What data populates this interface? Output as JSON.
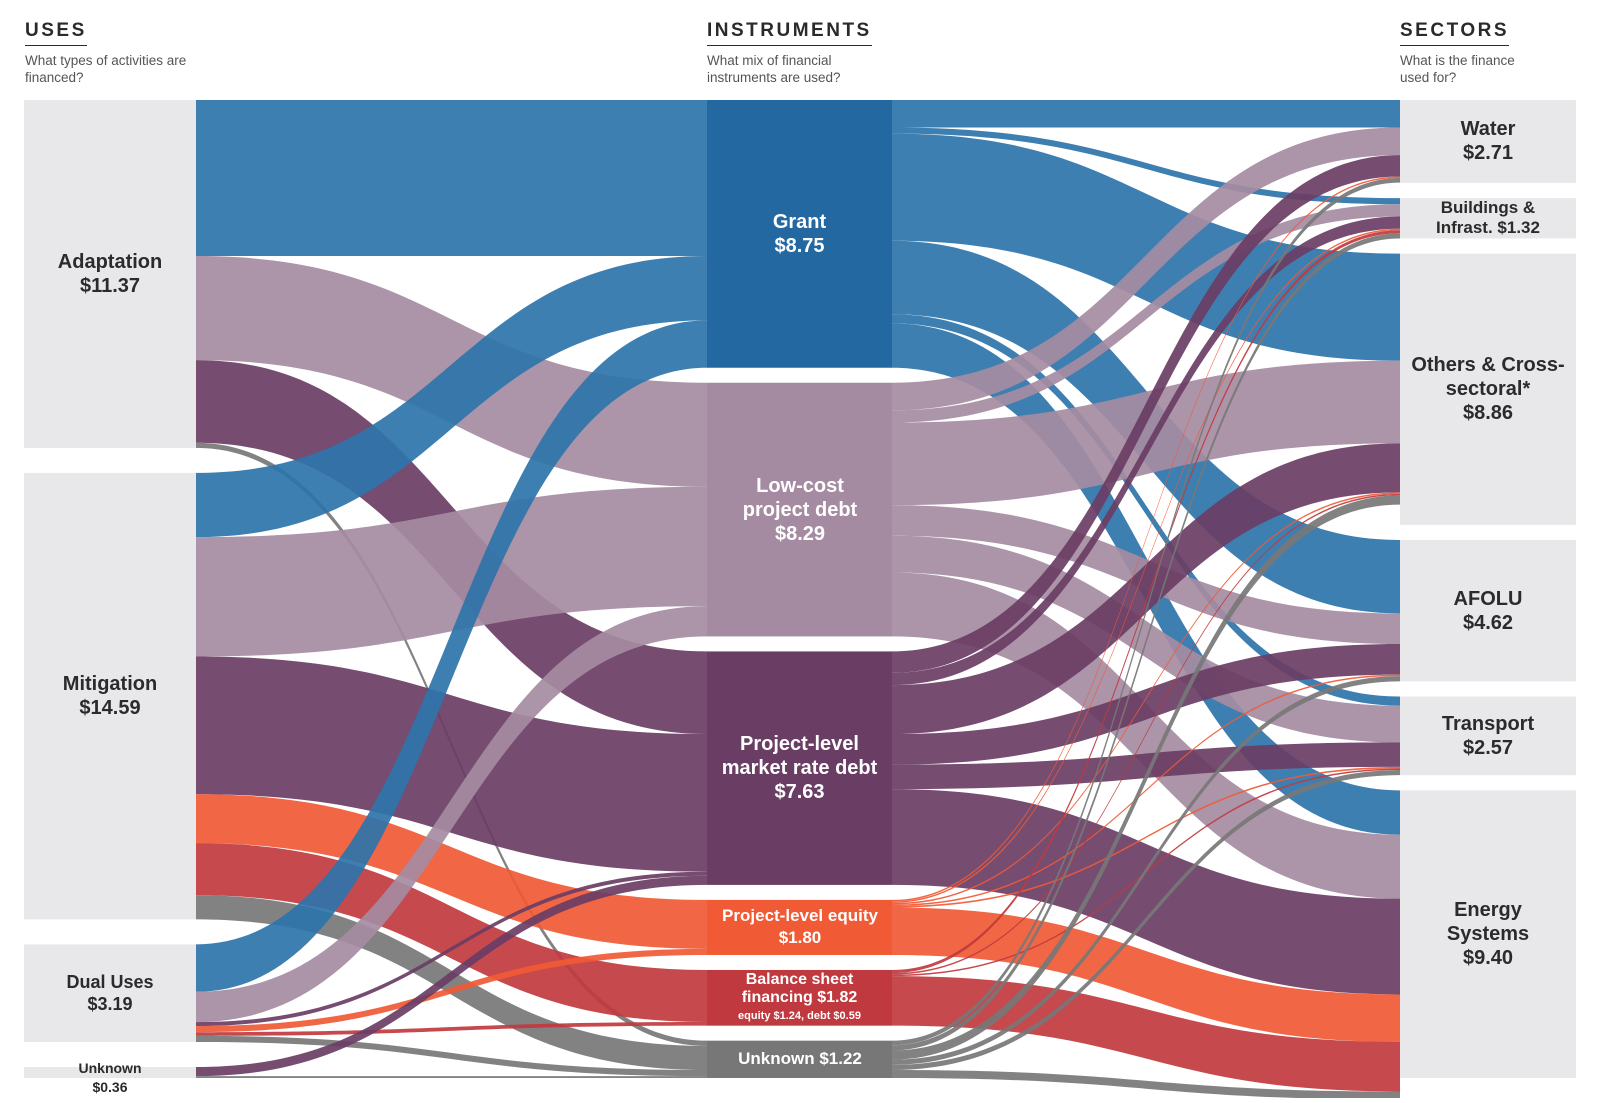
{
  "headers": {
    "uses": {
      "title": "USES",
      "subtitle": "What types of activities are financed?"
    },
    "instruments": {
      "title": "INSTRUMENTS",
      "subtitle": "What mix of financial instruments are used?"
    },
    "sectors": {
      "title": "SECTORS",
      "subtitle": "What is the finance used for?"
    }
  },
  "colors": {
    "grant": "#2e74aa",
    "low_cost_debt": "#a58ba2",
    "market_debt": "#6a3d64",
    "equity": "#f05a35",
    "balance_sheet": "#c0393e",
    "unknown": "#777777",
    "panel": "#e8e8ea"
  },
  "uses": [
    {
      "id": "adaptation",
      "name": "Adaptation",
      "value_label": "$11.37",
      "value": 11.37
    },
    {
      "id": "mitigation",
      "name": "Mitigation",
      "value_label": "$14.59",
      "value": 14.59
    },
    {
      "id": "dual",
      "name": "Dual Uses",
      "value_label": "$3.19",
      "value": 3.19
    },
    {
      "id": "unknown_use",
      "name": "Unknown",
      "value_label": "$0.36",
      "value": 0.36
    }
  ],
  "instruments": [
    {
      "id": "grant",
      "name": "Grant",
      "value_label": "$8.75",
      "value": 8.75
    },
    {
      "id": "low_cost_debt",
      "name": "Low-cost project debt",
      "value_label": "$8.29",
      "value": 8.29
    },
    {
      "id": "market_debt",
      "name": "Project-level market rate debt",
      "value_label": "$7.63",
      "value": 7.63
    },
    {
      "id": "equity",
      "name": "Project-level equity",
      "value_label": "$1.80",
      "value": 1.8
    },
    {
      "id": "balance_sheet",
      "name": "Balance sheet financing $1.82",
      "value_label": "equity $1.24, debt $0.59",
      "value": 1.82
    },
    {
      "id": "unknown_inst",
      "name": "Unknown $1.22",
      "value_label": "",
      "value": 1.22
    }
  ],
  "sectors": [
    {
      "id": "water",
      "name": "Water",
      "value_label": "$2.71",
      "value": 2.71
    },
    {
      "id": "buildings",
      "name": "Buildings & Infrast. $1.32",
      "value_label": "",
      "value": 1.32
    },
    {
      "id": "others",
      "name": "Others & Cross-sectoral*",
      "value_label": "$8.86",
      "value": 8.86
    },
    {
      "id": "afolu",
      "name": "AFOLU",
      "value_label": "$4.62",
      "value": 4.62
    },
    {
      "id": "transport",
      "name": "Transport",
      "value_label": "$2.57",
      "value": 2.57
    },
    {
      "id": "energy",
      "name": "Energy Systems",
      "value_label": "$9.40",
      "value": 9.4
    }
  ],
  "flows_left": [
    {
      "source": "adaptation",
      "target": "grant",
      "value": 5.1
    },
    {
      "source": "adaptation",
      "target": "low_cost_debt",
      "value": 3.4
    },
    {
      "source": "adaptation",
      "target": "market_debt",
      "value": 2.7
    },
    {
      "source": "adaptation",
      "target": "unknown_inst",
      "value": 0.17
    },
    {
      "source": "mitigation",
      "target": "grant",
      "value": 2.1
    },
    {
      "source": "mitigation",
      "target": "low_cost_debt",
      "value": 3.9
    },
    {
      "source": "mitigation",
      "target": "market_debt",
      "value": 4.5
    },
    {
      "source": "mitigation",
      "target": "equity",
      "value": 1.6
    },
    {
      "source": "mitigation",
      "target": "balance_sheet",
      "value": 1.7
    },
    {
      "source": "mitigation",
      "target": "unknown_inst",
      "value": 0.79
    },
    {
      "source": "dual",
      "target": "grant",
      "value": 1.55
    },
    {
      "source": "dual",
      "target": "low_cost_debt",
      "value": 0.99
    },
    {
      "source": "dual",
      "target": "market_debt",
      "value": 0.13
    },
    {
      "source": "dual",
      "target": "equity",
      "value": 0.2
    },
    {
      "source": "dual",
      "target": "balance_sheet",
      "value": 0.12
    },
    {
      "source": "dual",
      "target": "unknown_inst",
      "value": 0.2
    },
    {
      "source": "unknown_use",
      "target": "market_debt",
      "value": 0.3
    },
    {
      "source": "unknown_use",
      "target": "unknown_inst",
      "value": 0.06
    }
  ],
  "flows_right": [
    {
      "source": "grant",
      "target": "water",
      "value": 0.9
    },
    {
      "source": "grant",
      "target": "buildings",
      "value": 0.2
    },
    {
      "source": "grant",
      "target": "others",
      "value": 3.5
    },
    {
      "source": "grant",
      "target": "afolu",
      "value": 2.4
    },
    {
      "source": "grant",
      "target": "transport",
      "value": 0.3
    },
    {
      "source": "grant",
      "target": "energy",
      "value": 1.45
    },
    {
      "source": "low_cost_debt",
      "target": "water",
      "value": 0.9
    },
    {
      "source": "low_cost_debt",
      "target": "buildings",
      "value": 0.4
    },
    {
      "source": "low_cost_debt",
      "target": "others",
      "value": 2.7
    },
    {
      "source": "low_cost_debt",
      "target": "afolu",
      "value": 1.0
    },
    {
      "source": "low_cost_debt",
      "target": "transport",
      "value": 1.2
    },
    {
      "source": "low_cost_debt",
      "target": "energy",
      "value": 2.09
    },
    {
      "source": "market_debt",
      "target": "water",
      "value": 0.7
    },
    {
      "source": "market_debt",
      "target": "buildings",
      "value": 0.4
    },
    {
      "source": "market_debt",
      "target": "others",
      "value": 1.6
    },
    {
      "source": "market_debt",
      "target": "afolu",
      "value": 1.0
    },
    {
      "source": "market_debt",
      "target": "transport",
      "value": 0.8
    },
    {
      "source": "market_debt",
      "target": "energy",
      "value": 3.13
    },
    {
      "source": "equity",
      "target": "water",
      "value": 0.05
    },
    {
      "source": "equity",
      "target": "buildings",
      "value": 0.05
    },
    {
      "source": "equity",
      "target": "others",
      "value": 0.05
    },
    {
      "source": "equity",
      "target": "afolu",
      "value": 0.05
    },
    {
      "source": "equity",
      "target": "transport",
      "value": 0.05
    },
    {
      "source": "equity",
      "target": "energy",
      "value": 1.55
    },
    {
      "source": "balance_sheet",
      "target": "buildings",
      "value": 0.1
    },
    {
      "source": "balance_sheet",
      "target": "others",
      "value": 0.05
    },
    {
      "source": "balance_sheet",
      "target": "transport",
      "value": 0.05
    },
    {
      "source": "balance_sheet",
      "target": "energy",
      "value": 1.62
    },
    {
      "source": "unknown_inst",
      "target": "water",
      "value": 0.15
    },
    {
      "source": "unknown_inst",
      "target": "buildings",
      "value": 0.17
    },
    {
      "source": "unknown_inst",
      "target": "others",
      "value": 0.3
    },
    {
      "source": "unknown_inst",
      "target": "afolu",
      "value": 0.17
    },
    {
      "source": "unknown_inst",
      "target": "transport",
      "value": 0.17
    },
    {
      "source": "unknown_inst",
      "target": "energy",
      "value": 0.26
    }
  ]
}
